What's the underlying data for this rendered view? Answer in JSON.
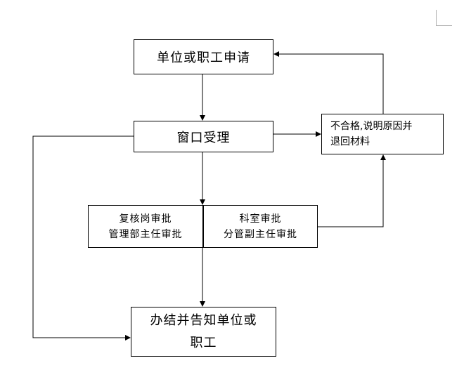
{
  "nodes": {
    "apply": {
      "lines": [
        "单位或职工申请"
      ]
    },
    "window": {
      "lines": [
        "窗口受理"
      ]
    },
    "reject": {
      "lines": [
        "不合格,说明原因并",
        "退回材料"
      ]
    },
    "review": {
      "lines": [
        "复核岗审批",
        "管理部主任审批"
      ]
    },
    "dept": {
      "lines": [
        "科室审批",
        "分管副主任审批"
      ]
    },
    "complete": {
      "lines": [
        "办结并告知单位或",
        "职工"
      ]
    }
  },
  "edges": [
    {
      "from": "apply",
      "to": "window",
      "label": ""
    },
    {
      "from": "window",
      "to": "reject",
      "label": ""
    },
    {
      "from": "reject",
      "to": "apply",
      "label": ""
    },
    {
      "from": "window",
      "to": "review",
      "label": ""
    },
    {
      "from": "dept",
      "to": "reject",
      "label": ""
    },
    {
      "from": "review",
      "to": "complete",
      "label": ""
    },
    {
      "from": "window",
      "to": "complete",
      "label": ""
    }
  ],
  "colors": {
    "stroke": "#000000",
    "background": "#ffffff"
  }
}
